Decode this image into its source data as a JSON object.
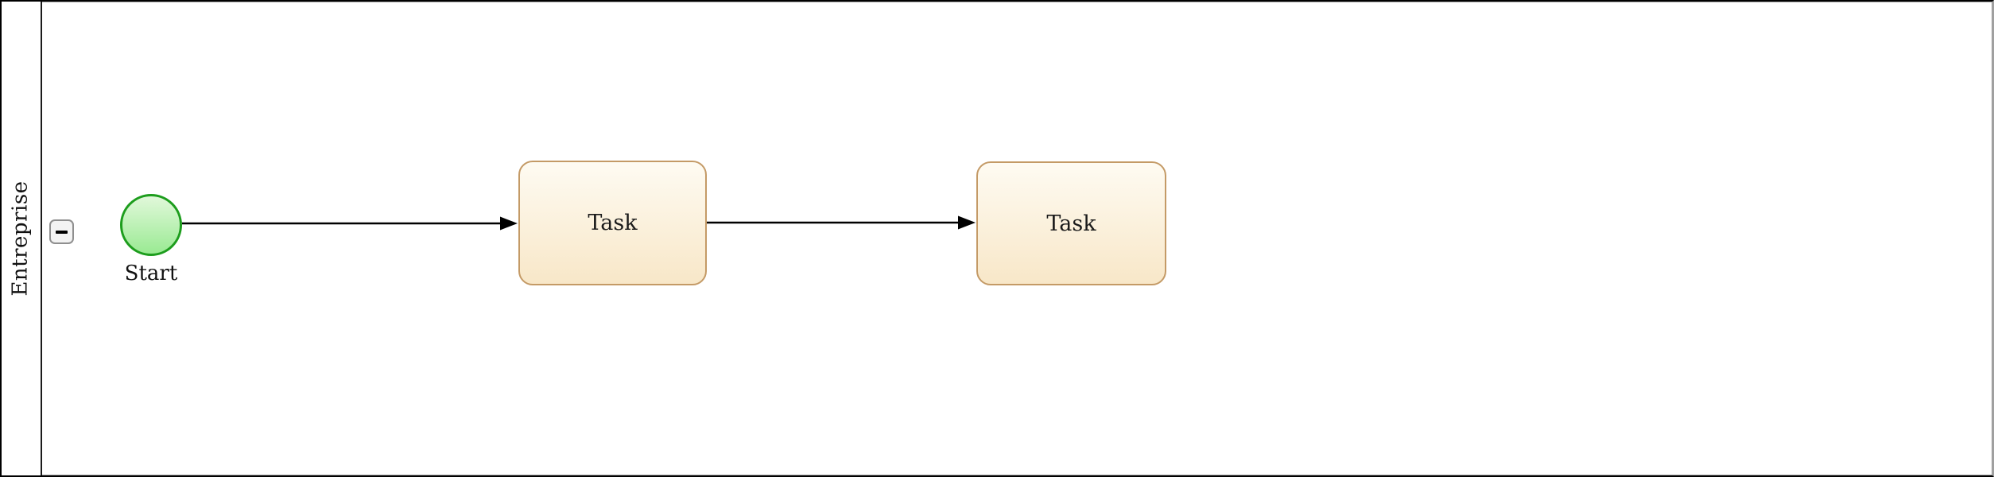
{
  "diagram": {
    "type": "bpmn-process",
    "pool": {
      "label": "Entreprise",
      "collapse_icon": "minus"
    },
    "nodes": [
      {
        "id": "start",
        "kind": "start-event",
        "label": "Start"
      },
      {
        "id": "task1",
        "kind": "task",
        "label": "Task"
      },
      {
        "id": "task2",
        "kind": "task",
        "label": "Task"
      }
    ],
    "edges": [
      {
        "from": "start",
        "to": "task1",
        "kind": "sequence-flow"
      },
      {
        "from": "task1",
        "to": "task2",
        "kind": "sequence-flow"
      }
    ],
    "colors": {
      "pool_border": "#000000",
      "lane_border": "#a0a0a0",
      "start_stroke": "#1d9d1d",
      "start_fill_top": "#e1f8da",
      "start_fill_bottom": "#9aea93",
      "task_stroke": "#c49a66",
      "task_fill_top": "#fefbf2",
      "task_fill_bottom": "#f8e7c8",
      "edge_stroke": "#000000"
    }
  }
}
